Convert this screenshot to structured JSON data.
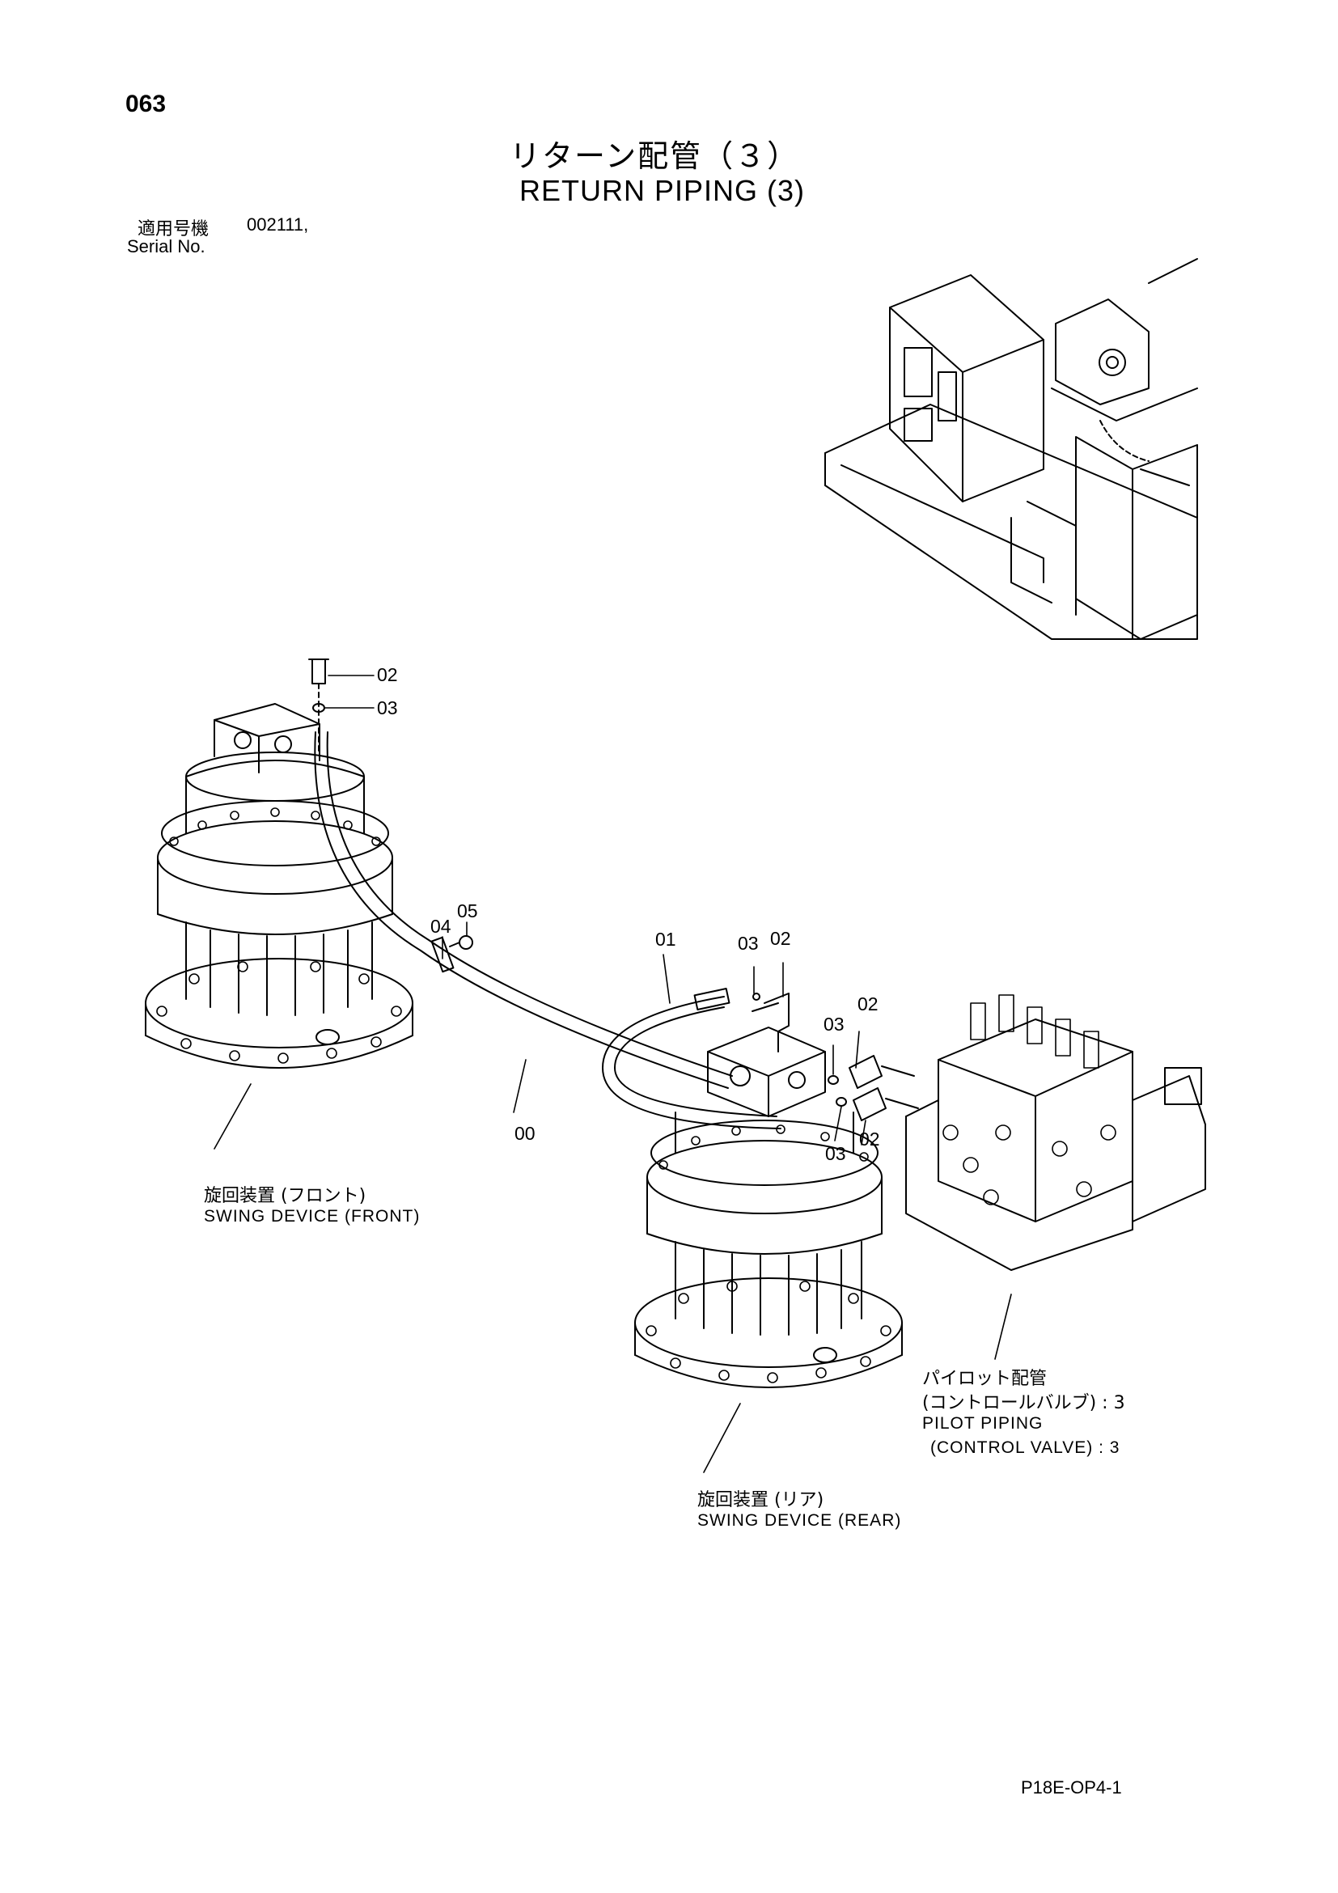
{
  "header": {
    "page_number": "063",
    "title_jp": "リターン配管（３）",
    "title_en": "RETURN PIPING (3)",
    "serial_label_jp": "適用号機",
    "serial_value": "002111,",
    "serial_label_en": "Serial No."
  },
  "callouts": {
    "c00": "00",
    "c01": "01",
    "c02_top": "02",
    "c03_top": "03",
    "c04": "04",
    "c05": "05",
    "c03_mid1": "03",
    "c02_mid1": "02",
    "c03_mid2": "03",
    "c02_mid2": "02",
    "c03_mid3": "03",
    "c02_mid3": "02"
  },
  "captions": {
    "front_jp": "旋回装置 (フロント)",
    "front_en": "SWING DEVICE (FRONT)",
    "rear_jp": "旋回装置 (リア)",
    "rear_en": "SWING DEVICE (REAR)",
    "pilot_jp_1": "パイロット配管",
    "pilot_jp_2": "(コントロールバルブ) : 3",
    "pilot_en_1": "PILOT PIPING",
    "pilot_en_2": "(CONTROL VALVE) : 3"
  },
  "footer": {
    "doc_id": "P18E-OP4-1"
  }
}
